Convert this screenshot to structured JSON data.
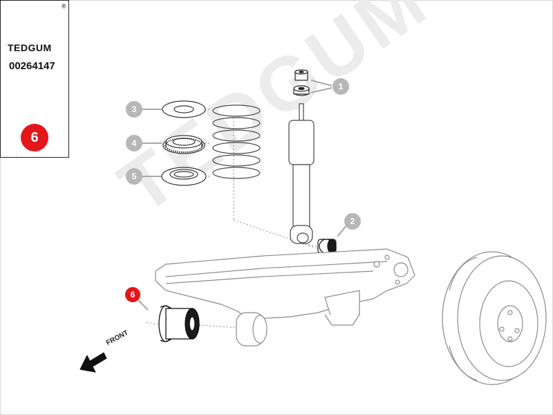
{
  "brand": {
    "name": "TEDGUM",
    "registered_mark": "®",
    "part_number": "00264147",
    "featured_position": "6"
  },
  "watermark": "TEDGUM",
  "callouts": [
    {
      "label": "1",
      "style": "grey"
    },
    {
      "label": "2",
      "style": "grey"
    },
    {
      "label": "3",
      "style": "grey"
    },
    {
      "label": "4",
      "style": "grey"
    },
    {
      "label": "5",
      "style": "grey"
    },
    {
      "label": "6",
      "style": "red"
    }
  ],
  "direction_label": "FRONT",
  "colors": {
    "accent_red": "#e4161a",
    "callout_grey": "#b7b7b7",
    "line": "#8a8a8a",
    "bushing_dark": "#1a1a1a"
  }
}
